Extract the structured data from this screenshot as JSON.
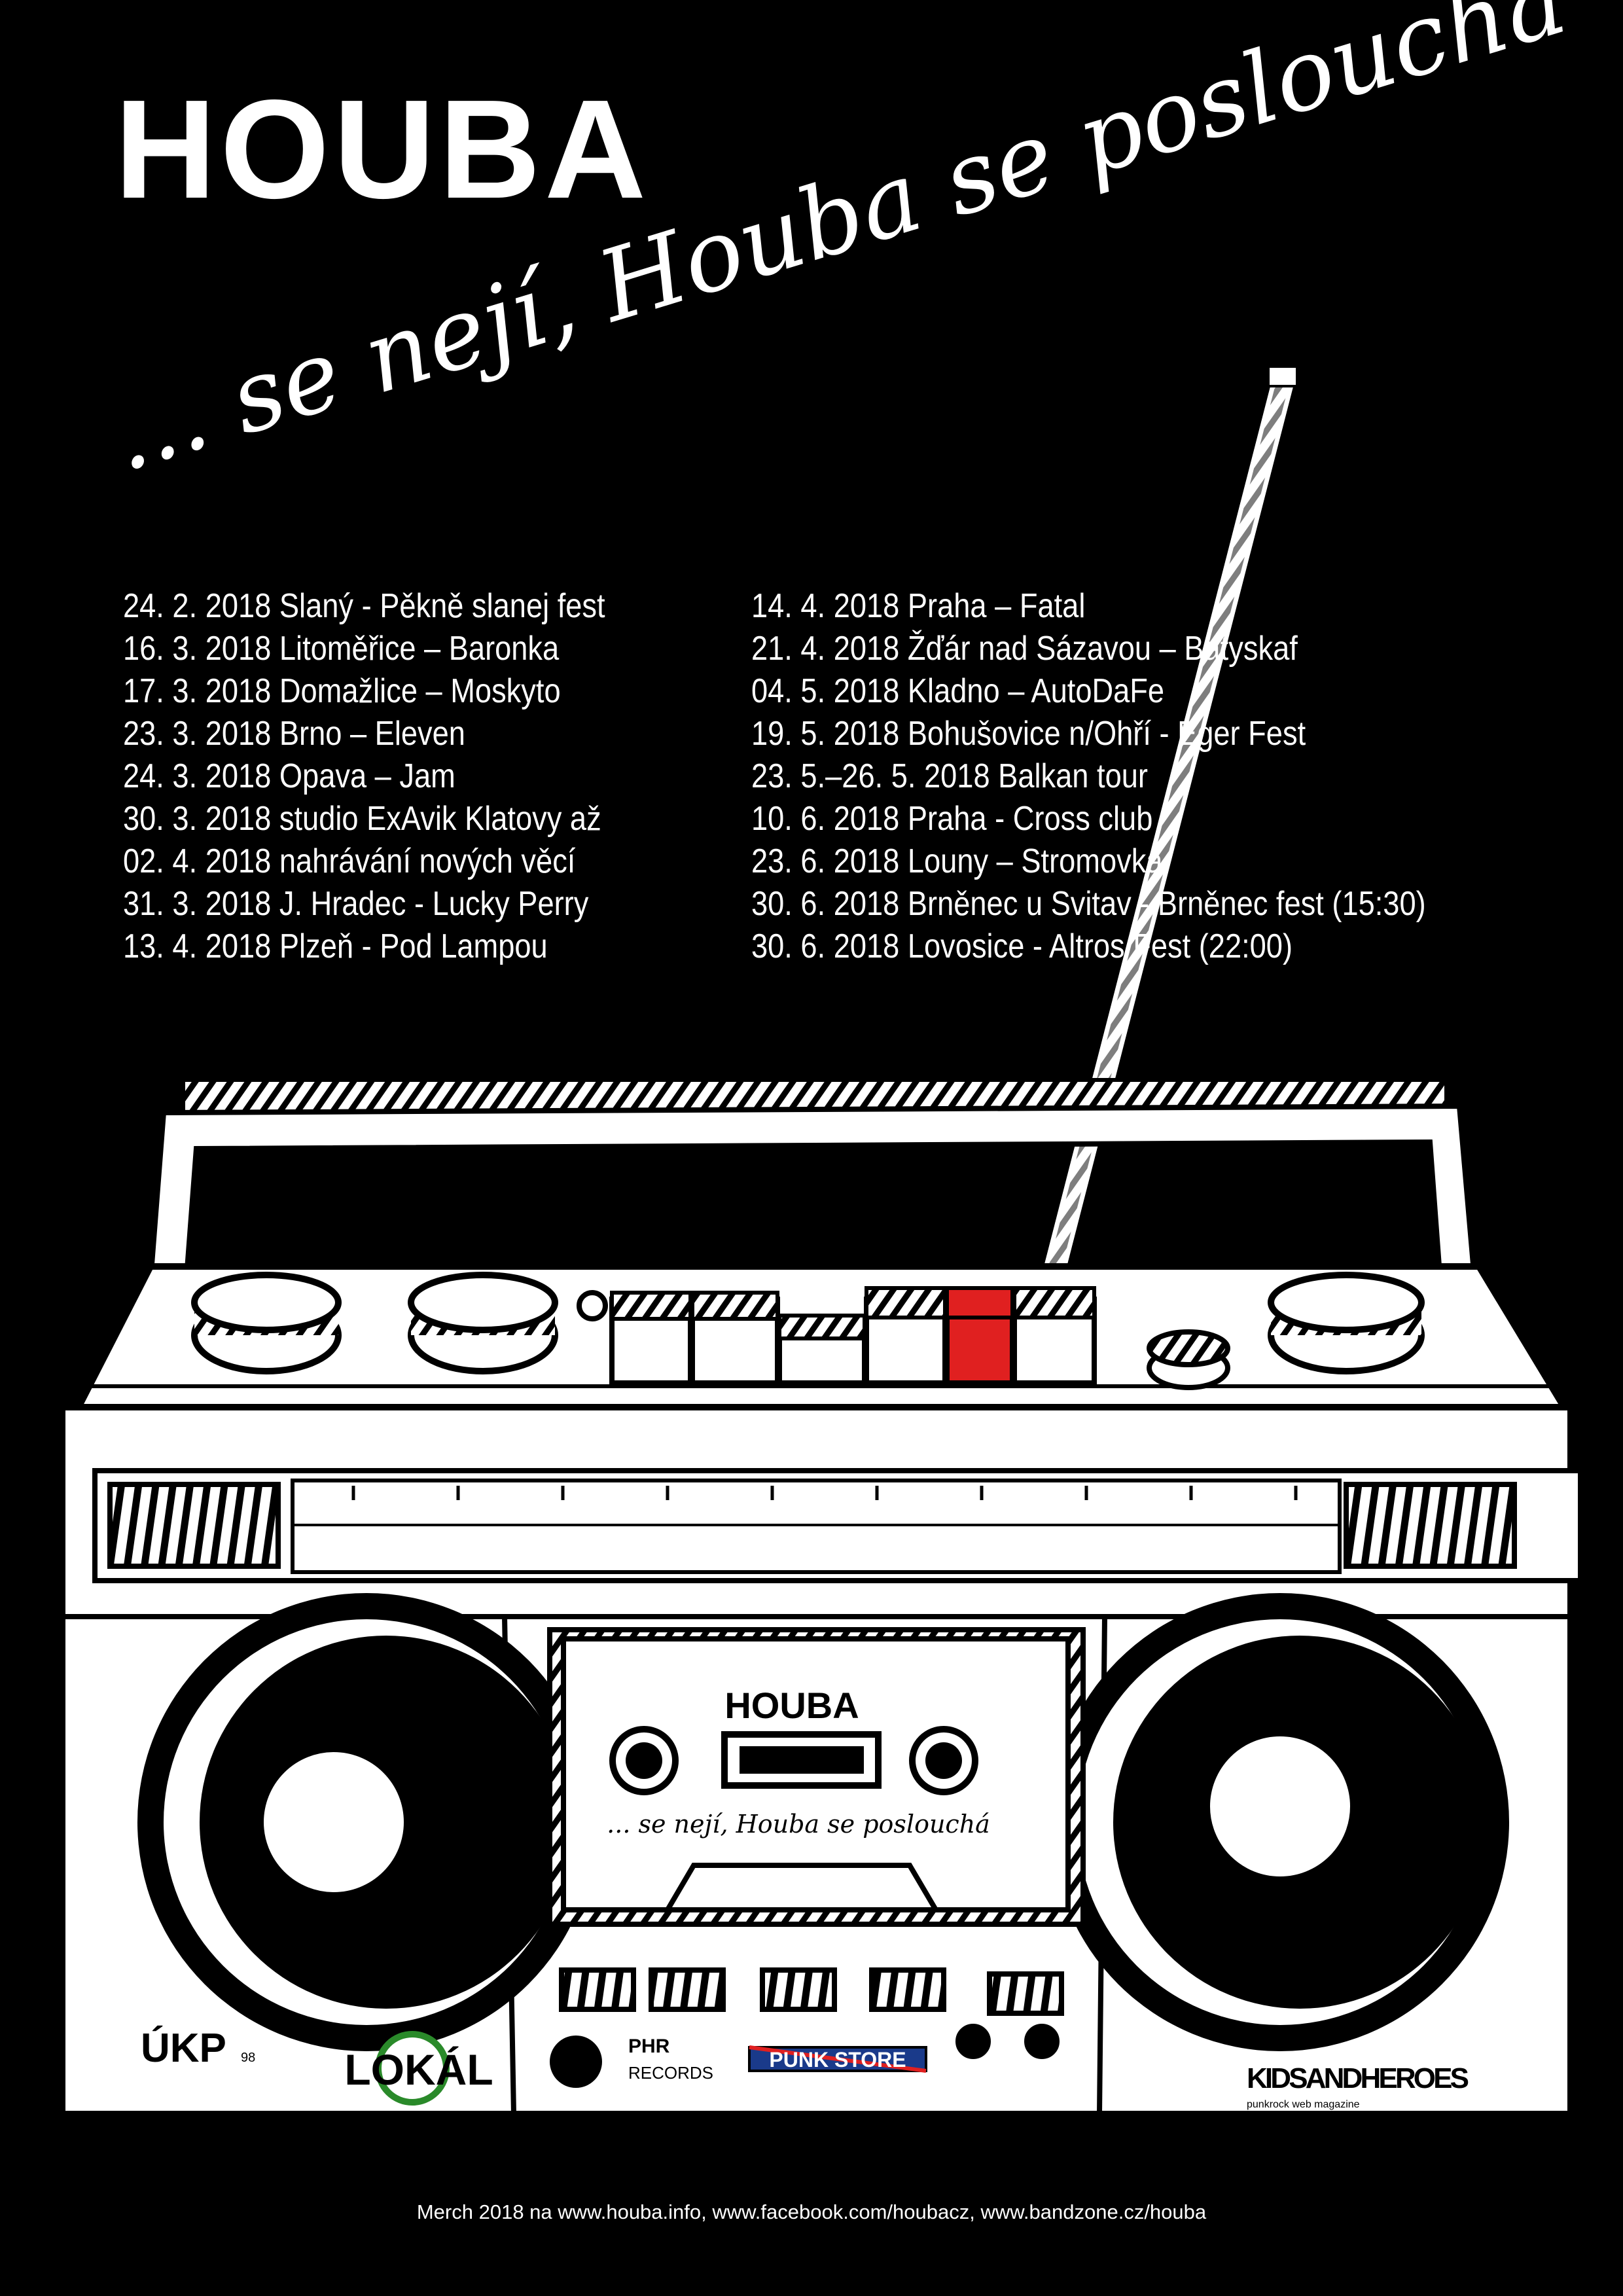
{
  "header": {
    "title": "HOUBA",
    "tagline": "... se nejí, Houba se poslouchá"
  },
  "tour_dates": {
    "left": [
      "24. 2. 2018 Slaný - Pěkně slanej fest",
      "16. 3. 2018 Litoměřice – Baronka",
      "17. 3. 2018 Domažlice – Moskyto",
      "23. 3. 2018 Brno – Eleven",
      "24. 3. 2018 Opava – Jam",
      "30. 3. 2018 studio ExAvik Klatovy až",
      "02. 4. 2018 nahrávání nových věcí",
      "31. 3. 2018 J. Hradec - Lucky Perry",
      "13. 4. 2018 Plzeň - Pod Lampou"
    ],
    "right": [
      "14. 4. 2018 Praha – Fatal",
      "21. 4. 2018 Žďár nad Sázavou – Batyskaf",
      "04. 5. 2018 Kladno – AutoDaFe",
      "19. 5. 2018 Bohušovice n/Ohří - Eger Fest",
      "23. 5.–26. 5. 2018 Balkan tour",
      "10. 6. 2018 Praha - Cross club",
      "23. 6. 2018 Louny – Stromovka",
      "30. 6. 2018 Brněnec u Svitav - Brněnec fest (15:30)",
      "30. 6. 2018 Lovosice - Altros Fest (22:00)"
    ]
  },
  "cassette": {
    "title": "HOUBA",
    "tagline": "... se nejí, Houba se poslouchá"
  },
  "sponsors": {
    "ukp": "ÚKP",
    "ukp_sub": "98",
    "lokal": "LOKÁL",
    "phr_1": "PHR",
    "phr_2": "RECORDS",
    "punkstore": "PUNK STORE",
    "kids": "KIDSANDHEROES",
    "kids_sub": "punkrock web magazine"
  },
  "footer": {
    "text": "Merch 2018 na www.houba.info, www.facebook.com/houbacz, www.bandzone.cz/houba"
  },
  "colors": {
    "background": "#000000",
    "ink": "#ffffff",
    "accent_red": "#e02020"
  }
}
